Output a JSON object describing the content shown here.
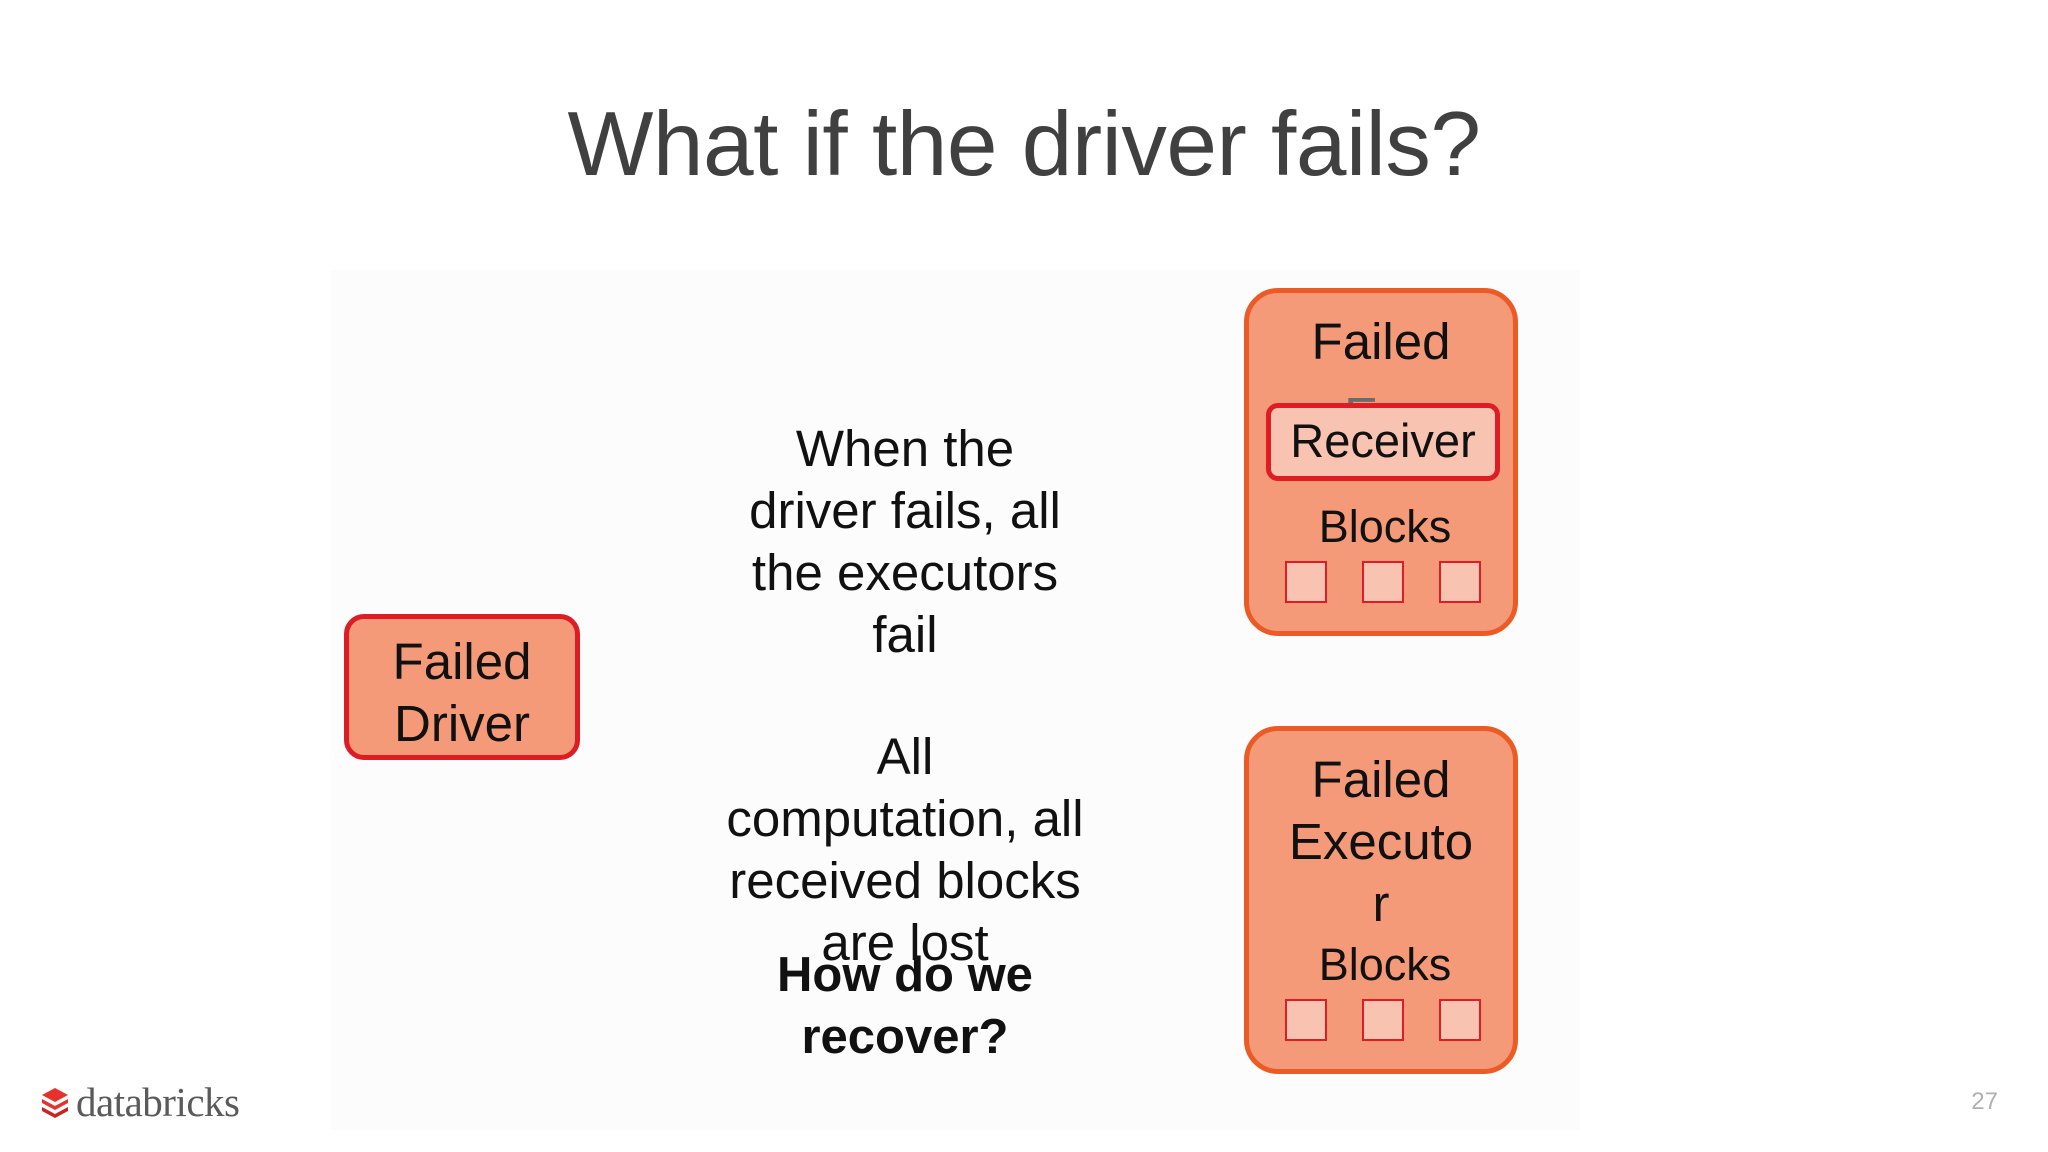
{
  "slide": {
    "title": "What if the driver fails?",
    "page_number": "27"
  },
  "driver_box": {
    "label_line1": "Failed",
    "label_line2": "Driver"
  },
  "center_text": {
    "para1_line1": "When the",
    "para1_line2": "driver fails, all",
    "para1_line3": "the executors",
    "para1_line4": "fail",
    "para2_line1": "All",
    "para2_line2": "computation, all",
    "para2_line3": "received blocks",
    "para2_line4": "are lost",
    "question_line1": "How do we",
    "question_line2": "recover?"
  },
  "executor_top": {
    "label": "Failed",
    "overlay_label": "Ex.",
    "receiver_label": "Receiver",
    "blocks_label": "Blocks"
  },
  "executor_bottom": {
    "label_line1": "Failed",
    "label_line2": "Executo",
    "label_line3": "r",
    "blocks_label": "Blocks"
  },
  "logo": {
    "text": "databricks",
    "icon": "databricks-stack-icon",
    "color": "#e5322d"
  },
  "colors": {
    "box_fill": "#f49a79",
    "executor_border": "#ec5a25",
    "driver_border": "#dd1c24",
    "block_fill": "#f8c3b0",
    "title_color": "#404040"
  }
}
